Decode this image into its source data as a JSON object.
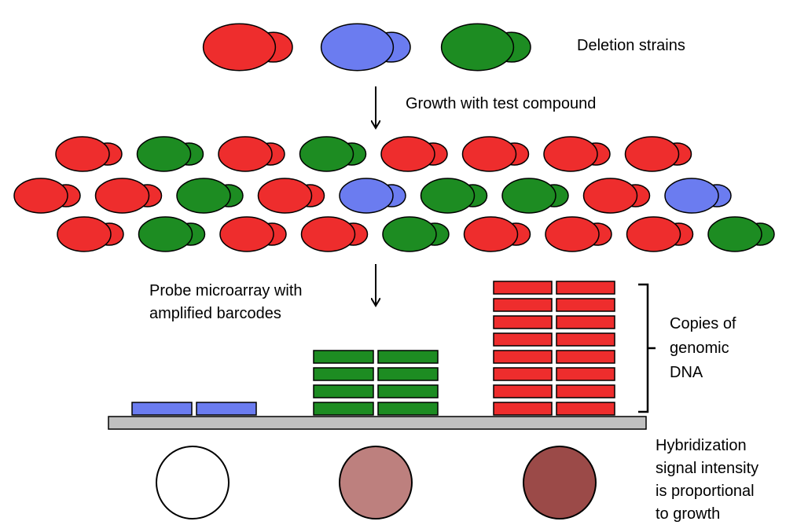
{
  "labels": {
    "deletion_strains": "Deletion strains",
    "growth_step": "Growth with test compound",
    "probe_line1": "Probe microarray with",
    "probe_line2": "amplified barcodes",
    "copies_line1": "Copies of",
    "copies_line2": "genomic",
    "copies_line3": "DNA",
    "hyb_line1": "Hybridization",
    "hyb_line2": "signal intensity",
    "hyb_line3": "is proportional",
    "hyb_line4": "to growth"
  },
  "colors": {
    "red": "#ee2d2d",
    "blue": "#6b7cf0",
    "green": "#1d8c22",
    "outline": "#000000",
    "slide": "#c0c0c0",
    "signal_none": "#ffffff",
    "signal_medium": "#bd807e",
    "signal_strong": "#9b4a48"
  },
  "strains": {
    "top": [
      "red",
      "blue",
      "green"
    ],
    "after_growth": [
      [
        "red",
        "green",
        "red",
        "green",
        "red",
        "red",
        "red",
        "red"
      ],
      [
        "red",
        "red",
        "green",
        "red",
        "blue",
        "green",
        "green",
        "red",
        "blue"
      ],
      [
        "red",
        "green",
        "red",
        "red",
        "green",
        "red",
        "red",
        "red",
        "green"
      ]
    ]
  },
  "barcode_stacks": [
    {
      "strain": "blue",
      "copies": 1
    },
    {
      "strain": "green",
      "copies": 4
    },
    {
      "strain": "red",
      "copies": 8
    }
  ],
  "signal_spots": [
    "none",
    "medium",
    "strong"
  ]
}
